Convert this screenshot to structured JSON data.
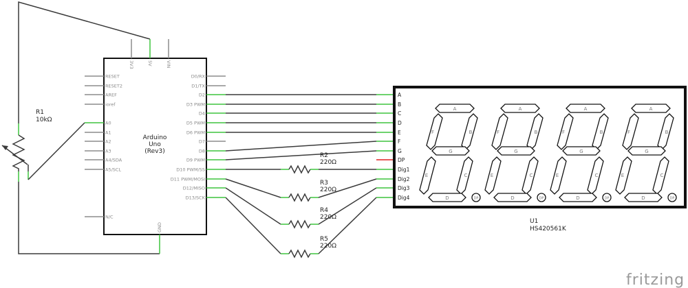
{
  "colors": {
    "wire": "#3a3a3a",
    "pin": "#8c8c8c",
    "connected": "#3dc43d",
    "unconnected": "#e02020"
  },
  "arduino": {
    "name": "Arduino",
    "model": "Uno",
    "rev": "(Rev3)",
    "top_pins": [
      "3V3",
      "5V",
      "VIN"
    ],
    "left_pins": [
      "RESET",
      "RESET2",
      "AREF",
      "ioref",
      "A0",
      "A1",
      "A2",
      "A3",
      "A4/SDA",
      "A5/SCL",
      "N/C"
    ],
    "right_pins": [
      "D0/RX",
      "D1/TX",
      "D2",
      "D3 PWM",
      "D4",
      "D5 PWM",
      "D6 PWM",
      "D7",
      "D8",
      "D9 PWM",
      "D10 PWM/SS",
      "D11 PWM/MOSI",
      "D12/MISO",
      "D13/SCK"
    ],
    "bottom_pin": "GND"
  },
  "pot": {
    "name": "R1",
    "value": "10kΩ"
  },
  "resistors": [
    {
      "name": "R2",
      "value": "220Ω"
    },
    {
      "name": "R3",
      "value": "220Ω"
    },
    {
      "name": "R4",
      "value": "220Ω"
    },
    {
      "name": "R5",
      "value": "220Ω"
    }
  ],
  "display": {
    "name": "U1",
    "part": "HS420561K",
    "pins": [
      "A",
      "B",
      "C",
      "D",
      "E",
      "F",
      "G",
      "DP",
      "Dig1",
      "Dig2",
      "Dig3",
      "Dig4"
    ],
    "segments": [
      "A",
      "B",
      "C",
      "D",
      "E",
      "F",
      "G",
      "DP"
    ],
    "digits": 4
  },
  "logo": "fritzing"
}
